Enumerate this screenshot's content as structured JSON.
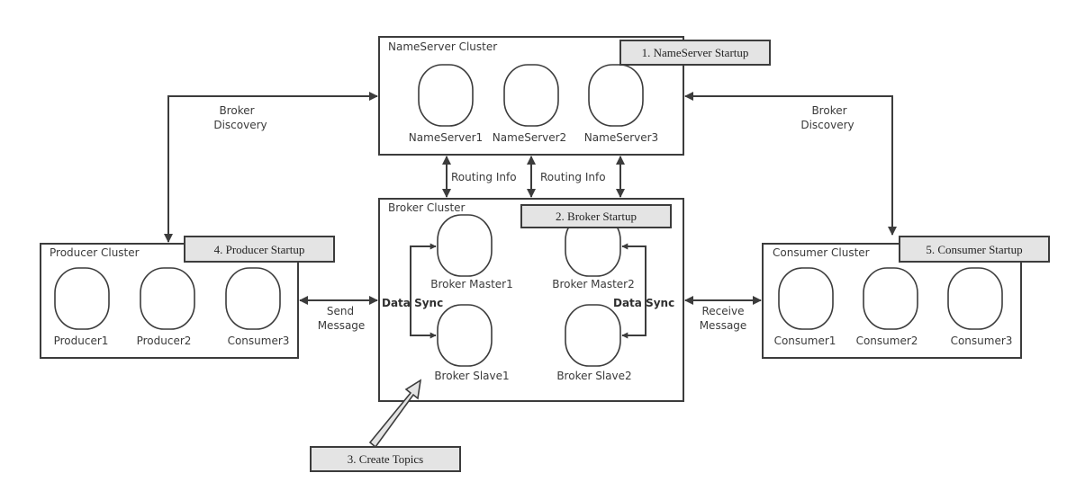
{
  "colors": {
    "stroke": "#3c3c3c",
    "step_fill": "#e4e4e4",
    "background": "#ffffff"
  },
  "clusters": {
    "nameserver": {
      "title": "NameServer Cluster",
      "step": "1. NameServer Startup",
      "nodes": [
        "NameServer1",
        "NameServer2",
        "NameServer3"
      ]
    },
    "broker": {
      "title": "Broker Cluster",
      "step": "2. Broker Startup",
      "nodes": [
        "Broker Master1",
        "Broker Master2",
        "Broker Slave1",
        "Broker Slave2"
      ]
    },
    "producer": {
      "title": "Producer Cluster",
      "step": "4. Producer Startup",
      "nodes": [
        "Producer1",
        "Producer2",
        "Consumer3"
      ]
    },
    "consumer": {
      "title": "Consumer Cluster",
      "step": "5. Consumer Startup",
      "nodes": [
        "Consumer1",
        "Consumer2",
        "Consumer3"
      ]
    }
  },
  "steps": {
    "create_topics": "3. Create Topics"
  },
  "edges": {
    "broker_discovery_left": [
      "Broker",
      "Discovery"
    ],
    "broker_discovery_right": [
      "Broker",
      "Discovery"
    ],
    "routing_info_1": "Routing Info",
    "routing_info_2": "Routing Info",
    "send_message": [
      "Send",
      "Message"
    ],
    "receive_message": [
      "Receive",
      "Message"
    ],
    "data_sync_left": "Data Sync",
    "data_sync_right": "Data Sync"
  }
}
